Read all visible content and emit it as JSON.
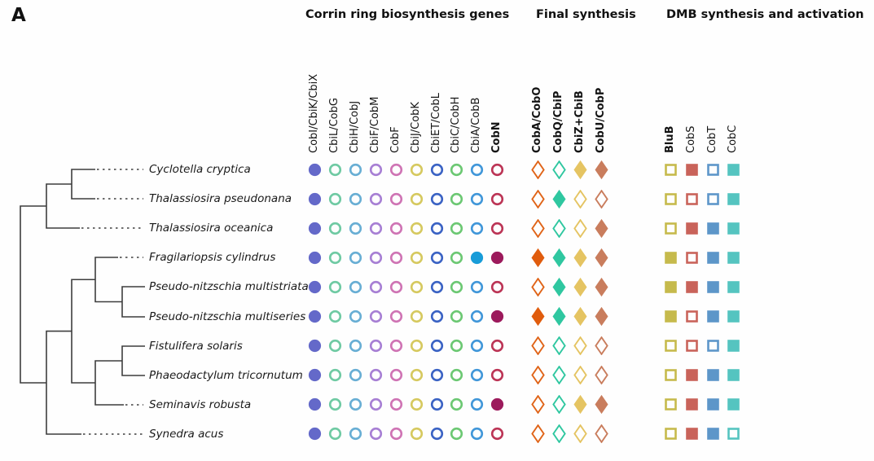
{
  "panel_label": "A",
  "chart_data": {
    "type": "heatmap",
    "note_shape_semantics": "1 = filled symbol, 0 = open outline symbol",
    "sections": [
      {
        "title": "Corrin ring biosynthesis genes",
        "shape": "circle",
        "genes": [
          {
            "label": "CobI/CbiK/CbiX",
            "color": "#6469c9",
            "bold": false
          },
          {
            "label": "CbiL/CobG",
            "color": "#6fcaa3",
            "bold": false
          },
          {
            "label": "CbiH/CobJ",
            "color": "#68aed4",
            "bold": false
          },
          {
            "label": "CbiF/CobM",
            "color": "#a77fd4",
            "bold": false
          },
          {
            "label": "CobF",
            "color": "#cf74b4",
            "bold": false
          },
          {
            "label": "CbiJ/CobK",
            "color": "#d6c95f",
            "bold": false
          },
          {
            "label": "CbiET/CobL",
            "color": "#3b63c4",
            "bold": false
          },
          {
            "label": "CbiC/CobH",
            "color": "#6cc873",
            "bold": false
          },
          {
            "label": "CbiA/CobB",
            "color": "#4197d9",
            "fill": "#189cd8",
            "bold": false
          },
          {
            "label": "CobN",
            "color": "#bc3556",
            "fill": "#9c1a5c",
            "bold": true
          }
        ]
      },
      {
        "title": "Final synthesis",
        "shape": "diamond",
        "genes": [
          {
            "label": "CobA/CobO",
            "color": "#e06418",
            "fill": "#e05c0d",
            "bold": true
          },
          {
            "label": "CobQ/CbiP",
            "color": "#2fc7a0",
            "bold": true
          },
          {
            "label": "CbiZ+CbiB",
            "color": "#e5c462",
            "bold": true
          },
          {
            "label": "CobU/CobP",
            "color": "#c97d5d",
            "bold": true
          }
        ]
      },
      {
        "title": "DMB synthesis and activation",
        "shape": "square",
        "genes": [
          {
            "label": "BluB",
            "color": "#c6ba4c",
            "bold": true
          },
          {
            "label": "CobS",
            "color": "#c9635a",
            "bold": false
          },
          {
            "label": "CobT",
            "color": "#5d96c9",
            "bold": false
          },
          {
            "label": "CobC",
            "color": "#55c4c0",
            "bold": false
          }
        ]
      }
    ],
    "species": [
      "Cyclotella cryptica",
      "Thalassiosira pseudonana",
      "Thalassiosira oceanica",
      "Fragilariopsis cylindrus",
      "Pseudo-nitzschia multistriata",
      "Pseudo-nitzschia multiseries",
      "Fistulifera solaris",
      "Phaeodactylum tricornutum",
      "Seminavis robusta",
      "Synedra acus"
    ],
    "presence": [
      {
        "species": "Cyclotella cryptica",
        "values": [
          [
            1,
            0,
            0,
            0,
            0,
            0,
            0,
            0,
            0,
            0
          ],
          [
            0,
            0,
            1,
            1
          ],
          [
            0,
            1,
            0,
            1
          ]
        ]
      },
      {
        "species": "Thalassiosira pseudonana",
        "values": [
          [
            1,
            0,
            0,
            0,
            0,
            0,
            0,
            0,
            0,
            0
          ],
          [
            0,
            1,
            0,
            0
          ],
          [
            0,
            0,
            0,
            1
          ]
        ]
      },
      {
        "species": "Thalassiosira oceanica",
        "values": [
          [
            1,
            0,
            0,
            0,
            0,
            0,
            0,
            0,
            0,
            0
          ],
          [
            0,
            0,
            0,
            1
          ],
          [
            0,
            1,
            1,
            1
          ]
        ]
      },
      {
        "species": "Fragilariopsis cylindrus",
        "values": [
          [
            1,
            0,
            0,
            0,
            0,
            0,
            0,
            0,
            1,
            1
          ],
          [
            1,
            1,
            1,
            1
          ],
          [
            1,
            0,
            1,
            1
          ]
        ]
      },
      {
        "species": "Pseudo-nitzschia multistriata",
        "values": [
          [
            1,
            0,
            0,
            0,
            0,
            0,
            0,
            0,
            0,
            0
          ],
          [
            0,
            1,
            1,
            1
          ],
          [
            1,
            1,
            1,
            1
          ]
        ]
      },
      {
        "species": "Pseudo-nitzschia multiseries",
        "values": [
          [
            1,
            0,
            0,
            0,
            0,
            0,
            0,
            0,
            0,
            1
          ],
          [
            1,
            1,
            1,
            1
          ],
          [
            1,
            0,
            1,
            1
          ]
        ]
      },
      {
        "species": "Fistulifera solaris",
        "values": [
          [
            1,
            0,
            0,
            0,
            0,
            0,
            0,
            0,
            0,
            0
          ],
          [
            0,
            0,
            0,
            0
          ],
          [
            0,
            0,
            0,
            1
          ]
        ]
      },
      {
        "species": "Phaeodactylum tricornutum",
        "values": [
          [
            1,
            0,
            0,
            0,
            0,
            0,
            0,
            0,
            0,
            0
          ],
          [
            0,
            0,
            0,
            0
          ],
          [
            0,
            1,
            1,
            1
          ]
        ]
      },
      {
        "species": "Seminavis robusta",
        "values": [
          [
            1,
            0,
            0,
            0,
            0,
            0,
            0,
            0,
            0,
            1
          ],
          [
            0,
            0,
            1,
            1
          ],
          [
            0,
            1,
            1,
            1
          ]
        ]
      },
      {
        "species": "Synedra acus",
        "values": [
          [
            1,
            0,
            0,
            0,
            0,
            0,
            0,
            0,
            0,
            0
          ],
          [
            0,
            0,
            0,
            0
          ],
          [
            0,
            1,
            1,
            0
          ]
        ]
      }
    ]
  }
}
